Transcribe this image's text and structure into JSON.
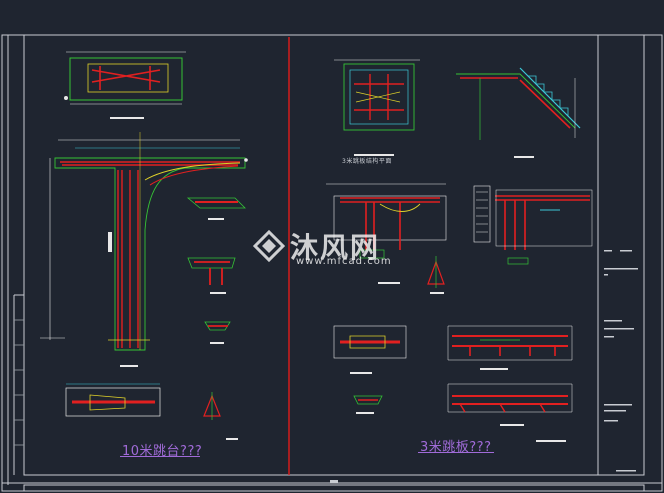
{
  "drawing": {
    "left_title": "10米跳台???",
    "right_title": "3米跳板???",
    "section_caption": "3米跳板结构平面"
  },
  "watermark": {
    "brand": "沐风网",
    "url": "www.mfcad.com"
  },
  "colors": {
    "background": "#1f2530",
    "frame": "#c8ccd2",
    "divider": "#e11b1b",
    "red": "#e12020",
    "green": "#35c335",
    "cyan": "#3cc9d8",
    "yellow": "#e0d22a",
    "white": "#e8e8e8",
    "magenta": "#c04bc8",
    "title_text": "#a06bd8",
    "watermark": "#ffffff"
  }
}
